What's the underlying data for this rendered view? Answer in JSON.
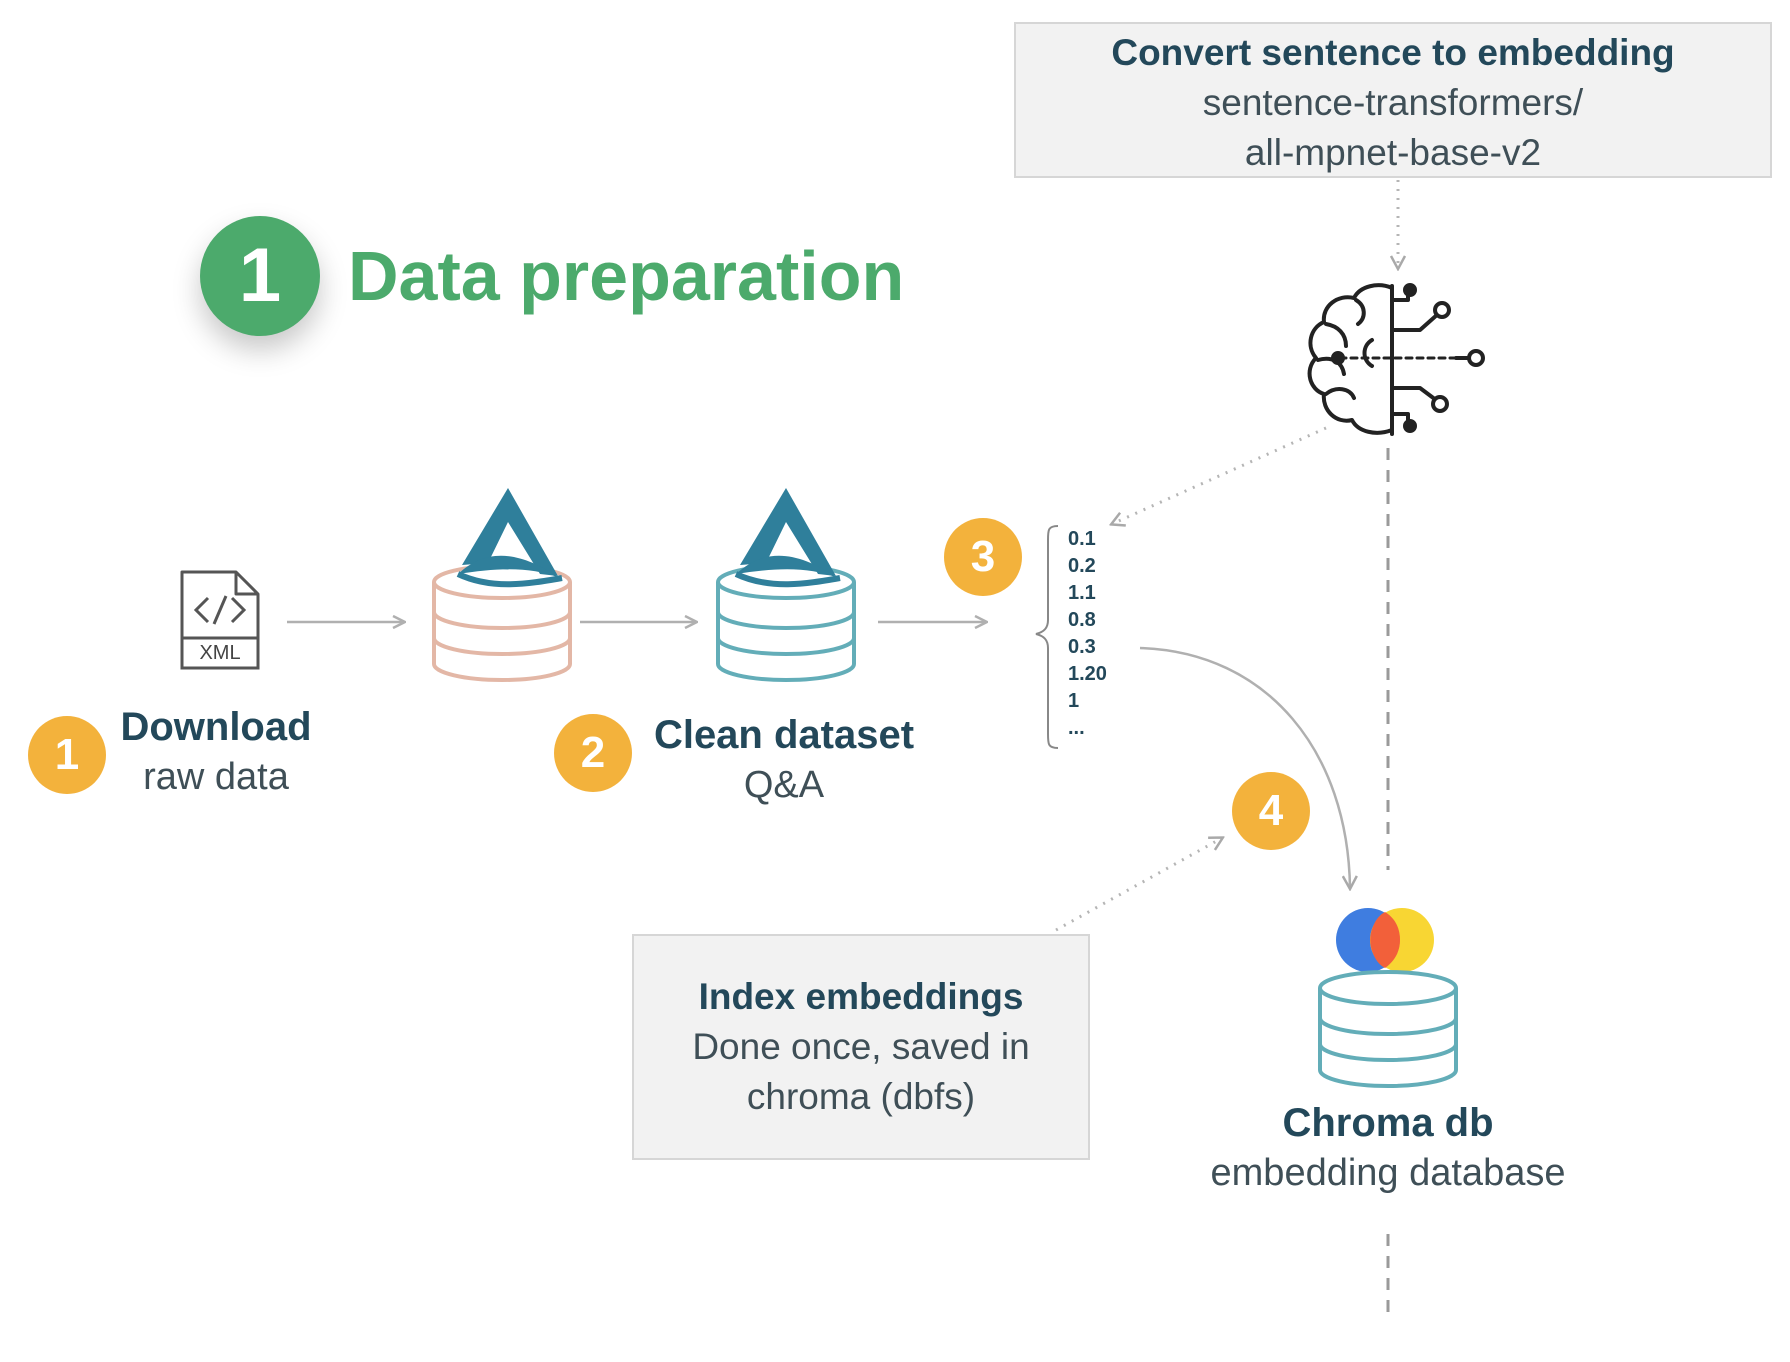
{
  "title": {
    "number": "1",
    "text": "Data preparation"
  },
  "embedding_box": {
    "title": "Convert sentence to embedding",
    "line1": "sentence-transformers/",
    "line2": "all-mpnet-base-v2"
  },
  "steps": [
    {
      "badge": "1",
      "title": "Download",
      "subtitle": "raw data"
    },
    {
      "badge": "2",
      "title": "Clean dataset",
      "subtitle": "Q&A"
    },
    {
      "badge": "3"
    },
    {
      "badge": "4"
    }
  ],
  "xml_icon_label": "XML",
  "vector_values": [
    "0.1",
    "0.2",
    "1.1",
    "0.8",
    "0.3",
    "1.20",
    "1",
    "..."
  ],
  "index_box": {
    "title": "Index embeddings",
    "line1": "Done once, saved in",
    "line2": "chroma (dbfs)"
  },
  "chroma": {
    "title": "Chroma db",
    "subtitle": "embedding database"
  },
  "colors": {
    "green": "#4caa6c",
    "badge": "#f3b23c",
    "raw_db": "#e3b7a6",
    "clean_db": "#63adb8",
    "delta_logo": "#2f7f9b",
    "chroma_blue": "#3f7de0",
    "chroma_red": "#f2603a",
    "chroma_yellow": "#f8d633"
  }
}
